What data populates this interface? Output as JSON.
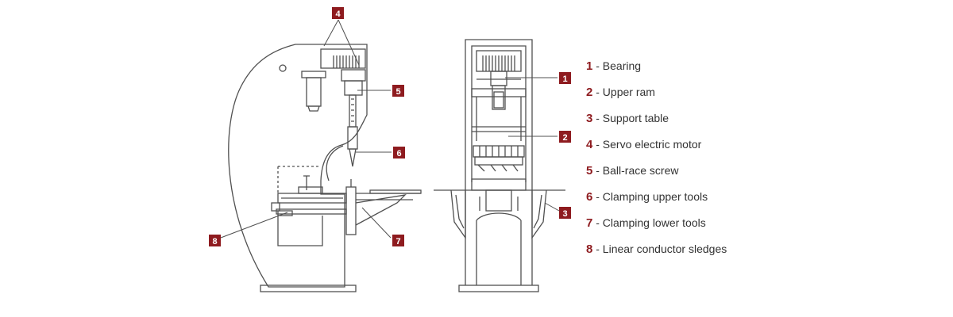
{
  "colors": {
    "accent": "#8e1b1f",
    "line": "#505050",
    "text": "#333333",
    "background": "#ffffff"
  },
  "callouts": {
    "c1": "1",
    "c2": "2",
    "c3": "3",
    "c4": "4",
    "c5": "5",
    "c6": "6",
    "c7": "7",
    "c8": "8"
  },
  "legend": {
    "separator": "-",
    "items": [
      {
        "number": "1",
        "label": "Bearing"
      },
      {
        "number": "2",
        "label": "Upper ram"
      },
      {
        "number": "3",
        "label": "Support table"
      },
      {
        "number": "4",
        "label": "Servo electric motor"
      },
      {
        "number": "5",
        "label": "Ball-race screw"
      },
      {
        "number": "6",
        "label": "Clamping upper tools"
      },
      {
        "number": "7",
        "label": "Clamping lower tools"
      },
      {
        "number": "8",
        "label": "Linear conductor sledges"
      }
    ]
  }
}
